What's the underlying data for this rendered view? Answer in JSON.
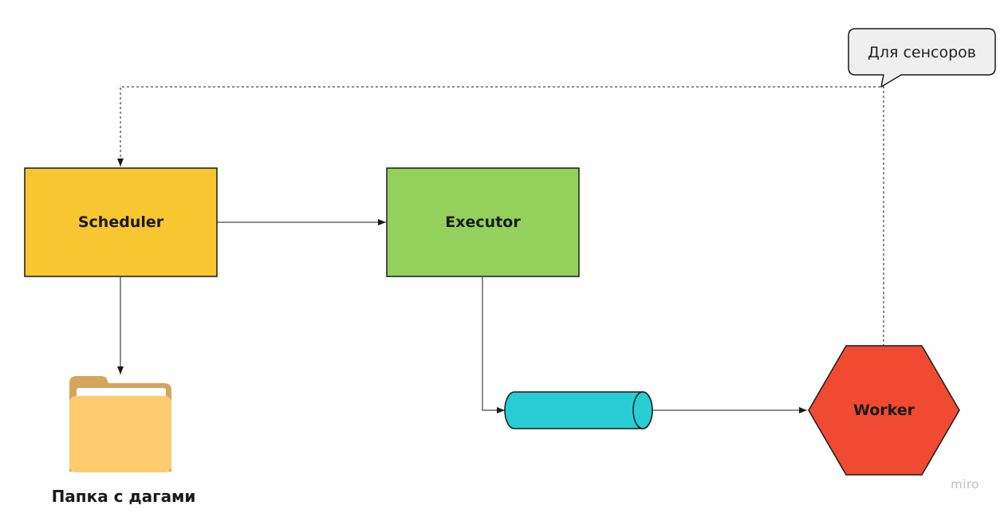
{
  "nodes": {
    "scheduler": {
      "label": "Scheduler",
      "color": "#f8c630"
    },
    "executor": {
      "label": "Executor",
      "color": "#93d15c"
    },
    "queue": {
      "color": "#28cdd4"
    },
    "worker": {
      "label": "Worker",
      "color": "#f04a32"
    },
    "folder": {
      "caption": "Папка с дагами",
      "color_back": "#d5a55b",
      "color_front": "#fecb6e"
    }
  },
  "callout": {
    "text": "Для сенсоров",
    "color": "#efefef"
  },
  "edges": [
    {
      "from": "scheduler",
      "to": "executor",
      "style": "solid"
    },
    {
      "from": "scheduler",
      "to": "folder",
      "style": "solid"
    },
    {
      "from": "executor",
      "to": "queue",
      "style": "solid"
    },
    {
      "from": "queue",
      "to": "worker",
      "style": "solid"
    },
    {
      "from": "worker",
      "to": "scheduler",
      "style": "dashed"
    }
  ],
  "watermark": "miro"
}
